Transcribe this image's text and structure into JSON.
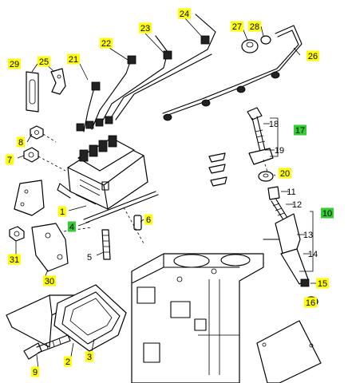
{
  "diagram": {
    "labels": [
      {
        "id": "1",
        "highlight": "yellow"
      },
      {
        "id": "2",
        "highlight": "yellow"
      },
      {
        "id": "3",
        "highlight": "yellow"
      },
      {
        "id": "4",
        "highlight": "green"
      },
      {
        "id": "5",
        "highlight": "none"
      },
      {
        "id": "6",
        "highlight": "yellow"
      },
      {
        "id": "7",
        "highlight": "yellow"
      },
      {
        "id": "8",
        "highlight": "yellow"
      },
      {
        "id": "9",
        "highlight": "yellow"
      },
      {
        "id": "10",
        "highlight": "green"
      },
      {
        "id": "11",
        "highlight": "none"
      },
      {
        "id": "12",
        "highlight": "none"
      },
      {
        "id": "13",
        "highlight": "none"
      },
      {
        "id": "14",
        "highlight": "none"
      },
      {
        "id": "15",
        "highlight": "yellow"
      },
      {
        "id": "16",
        "highlight": "yellow"
      },
      {
        "id": "17",
        "highlight": "green"
      },
      {
        "id": "18",
        "highlight": "none"
      },
      {
        "id": "19",
        "highlight": "none"
      },
      {
        "id": "20",
        "highlight": "yellow"
      },
      {
        "id": "21",
        "highlight": "yellow"
      },
      {
        "id": "22",
        "highlight": "yellow"
      },
      {
        "id": "23",
        "highlight": "yellow"
      },
      {
        "id": "24",
        "highlight": "yellow"
      },
      {
        "id": "25",
        "highlight": "yellow"
      },
      {
        "id": "26",
        "highlight": "yellow"
      },
      {
        "id": "27",
        "highlight": "yellow"
      },
      {
        "id": "28",
        "highlight": "yellow"
      },
      {
        "id": "29",
        "highlight": "yellow"
      },
      {
        "id": "30",
        "highlight": "yellow"
      },
      {
        "id": "31",
        "highlight": "yellow"
      }
    ]
  },
  "colors": {
    "yellow": "#ffff00",
    "green": "#33cc33",
    "ink": "#000000",
    "paper": "#ffffff"
  }
}
